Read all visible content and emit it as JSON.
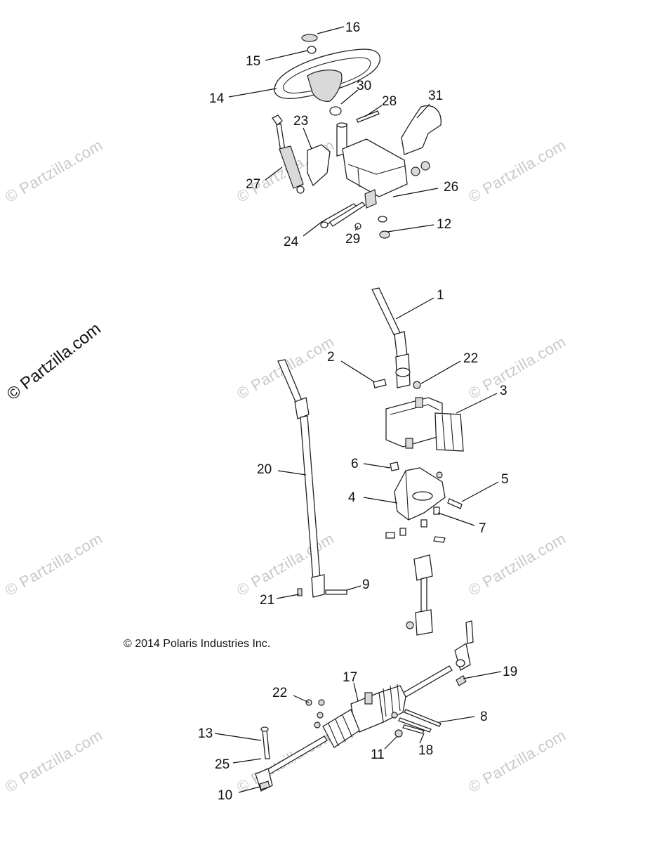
{
  "watermark_text": "© Partzilla.com",
  "copyright": "© 2014 Polaris Industries Inc.",
  "callouts": [
    {
      "id": "16",
      "label": "16"
    },
    {
      "id": "15",
      "label": "15"
    },
    {
      "id": "14",
      "label": "14"
    },
    {
      "id": "30",
      "label": "30"
    },
    {
      "id": "28",
      "label": "28"
    },
    {
      "id": "31",
      "label": "31"
    },
    {
      "id": "23",
      "label": "23"
    },
    {
      "id": "27",
      "label": "27"
    },
    {
      "id": "26",
      "label": "26"
    },
    {
      "id": "24",
      "label": "24"
    },
    {
      "id": "29",
      "label": "29"
    },
    {
      "id": "12",
      "label": "12"
    },
    {
      "id": "1",
      "label": "1"
    },
    {
      "id": "2",
      "label": "2"
    },
    {
      "id": "22a",
      "label": "22"
    },
    {
      "id": "3",
      "label": "3"
    },
    {
      "id": "20",
      "label": "20"
    },
    {
      "id": "6",
      "label": "6"
    },
    {
      "id": "5",
      "label": "5"
    },
    {
      "id": "4",
      "label": "4"
    },
    {
      "id": "7",
      "label": "7"
    },
    {
      "id": "21",
      "label": "21"
    },
    {
      "id": "9",
      "label": "9"
    },
    {
      "id": "19",
      "label": "19"
    },
    {
      "id": "17",
      "label": "17"
    },
    {
      "id": "22b",
      "label": "22"
    },
    {
      "id": "8",
      "label": "8"
    },
    {
      "id": "13",
      "label": "13"
    },
    {
      "id": "11",
      "label": "11"
    },
    {
      "id": "18",
      "label": "18"
    },
    {
      "id": "25",
      "label": "25"
    },
    {
      "id": "10",
      "label": "10"
    }
  ]
}
